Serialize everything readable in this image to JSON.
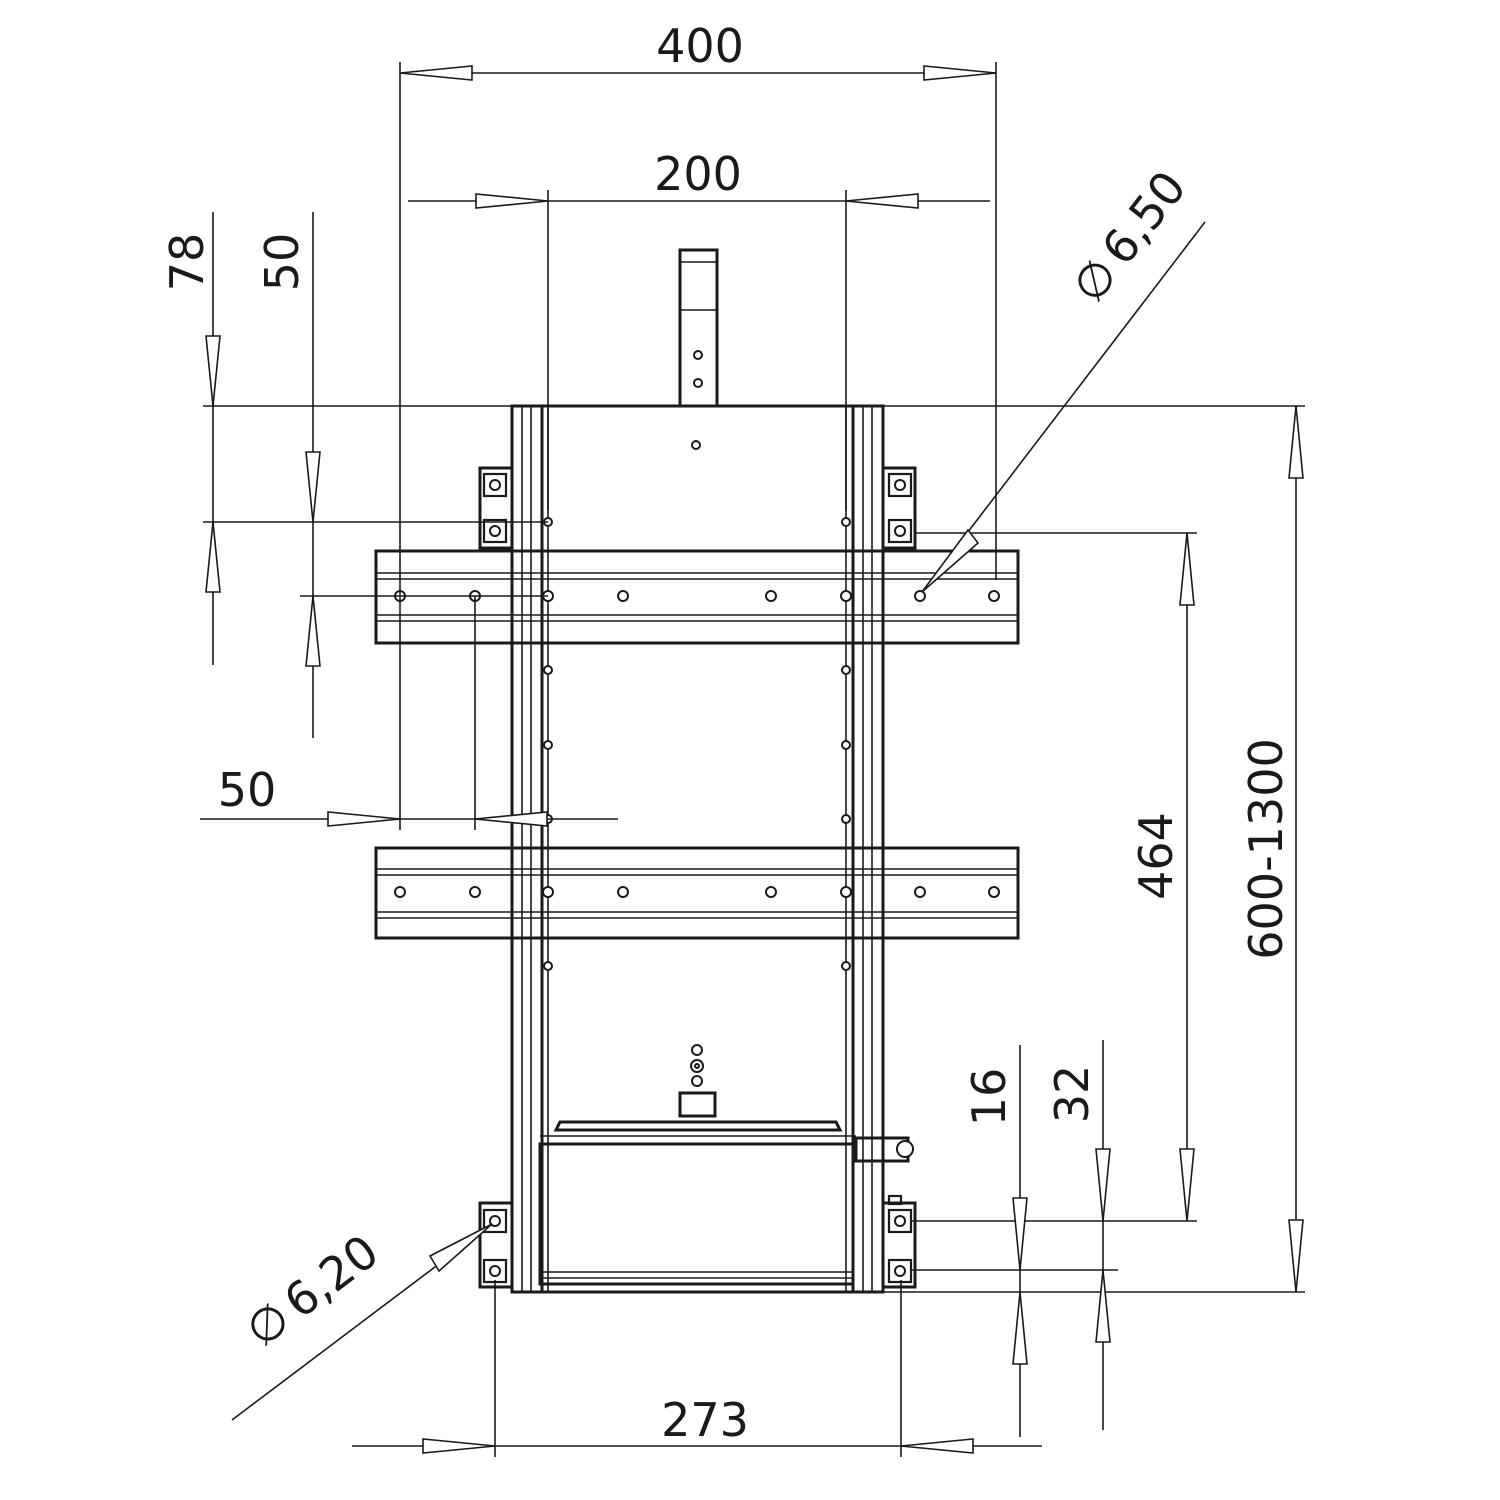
{
  "dimensions": {
    "overall_width": "400",
    "inner_width": "200",
    "top_offset_a": "78",
    "top_offset_b": "50",
    "side_offset": "50",
    "hole_diameter_top": "6,50",
    "hole_diameter_bottom": "6,20",
    "hole_spacing": "464",
    "height_range": "600-1300",
    "bottom_offset_a": "16",
    "bottom_offset_b": "32",
    "bottom_width": "273"
  },
  "diameter_symbol": "∅"
}
